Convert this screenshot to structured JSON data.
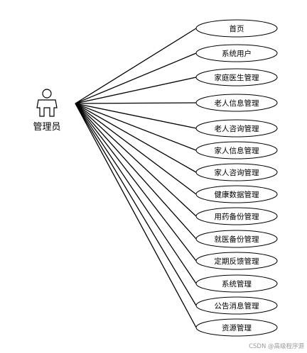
{
  "actor": {
    "label": "管理员",
    "icon": "person-icon"
  },
  "use_cases": [
    "首页",
    "系统用户",
    "家庭医生管理",
    "老人信息管理",
    "老人咨询管理",
    "家人信息管理",
    "家人咨询管理",
    "健康数据管理",
    "用药备份管理",
    "就医备份管理",
    "定期反馈管理",
    "系统管理",
    "公告消息管理",
    "资源管理"
  ],
  "watermark": "CSDN @高级程序源",
  "colors": {
    "stroke": "#000000",
    "background": "#ffffff"
  }
}
